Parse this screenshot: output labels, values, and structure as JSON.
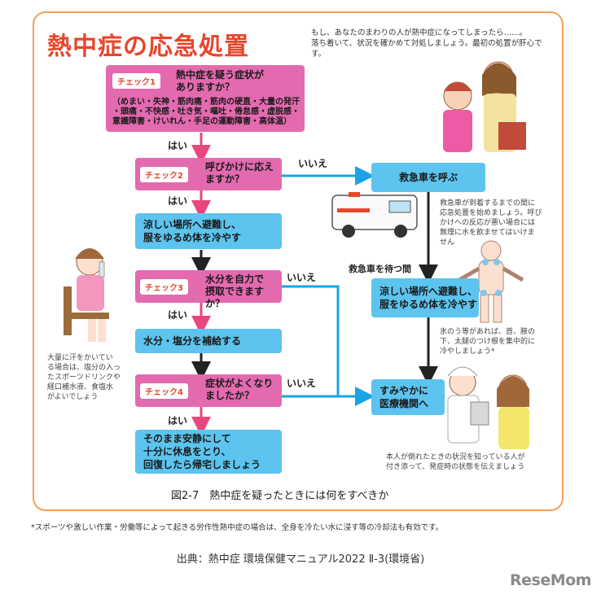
{
  "title": "熱中症の応急処置",
  "intro": [
    "もし、あなたのまわりの人が熱中症になってしまったら……。",
    "落ち着いて、状況を確かめて対処しましょう。最初の処置が肝心です。"
  ],
  "check1": {
    "badge": "チェック1",
    "question": [
      "熱中症を疑う症状が",
      "ありますか？"
    ],
    "symptoms": [
      "（めまい・失神・筋肉痛・筋肉の硬直・大量の発汗",
      "・頭痛・不快感・吐き気・嘔吐・倦怠感・虚脱感・",
      "意識障害・けいれん・手足の運動障害・高体温）"
    ]
  },
  "check2": {
    "badge": "チェック2",
    "question": [
      "呼びかけに応え",
      "ますか？"
    ]
  },
  "check3": {
    "badge": "チェック3",
    "question": [
      "水分を自力で",
      "摂取できますか？"
    ]
  },
  "check4": {
    "badge": "チェック4",
    "question": [
      "症状がよくなり",
      "ましたか？"
    ]
  },
  "labels": {
    "yes": "はい",
    "no": "いいえ",
    "wait": "救急車を待つ間"
  },
  "actions": {
    "cool": [
      "涼しい場所へ避難し、",
      "服をゆるめ体を冷やす"
    ],
    "hydrate": "水分・塩分を補給する",
    "rest": [
      "そのまま安静にして",
      "十分に休息をとり、",
      "回復したら帰宅しましょう"
    ],
    "ambulance": "救急車を呼ぶ",
    "cool2": [
      "涼しい場所へ避難し、",
      "服をゆるめ体を冷やす"
    ],
    "hospital": [
      "すみやかに",
      "医療機関へ"
    ]
  },
  "notes": {
    "ambulance": [
      "救急車が到着するまでの間に",
      "応急処置を始めましょう。呼び",
      "かけへの反応が悪い場合には",
      "無理に水を飲ませてはいけま",
      "せん"
    ],
    "ice": [
      "氷のう等があれば、首、腋の",
      "下、太腿のつけ根を集中的に",
      "冷やしましょう*"
    ],
    "hospital": [
      "本人が倒れたときの状況を知っている人が",
      "付き添って、発症時の状態を伝えましょう"
    ],
    "drink": [
      "大量に汗をかいてい",
      "る場合は、塩分の入っ",
      "たスポーツドリンクや",
      "経口補水液、食塩水",
      "がよいでしょう"
    ]
  },
  "caption": "図2-7　熱中症を疑ったときには何をすべきか",
  "footnote": "*スポーツや激しい作業・労働等によって起きる労作性熱中症の場合は、全身を冷たい水に浸す等の冷却法も有効です。",
  "source": "出典：熱中症 環境保健マニュアル2022 Ⅱ-3(環境省)",
  "logo": "ReseMom",
  "colors": {
    "title": "#e8462c",
    "pink": "#e46ab0",
    "blue": "#5cc4ee",
    "frame": "#f0a25a",
    "arrowBlue": "#1aa3e6"
  }
}
